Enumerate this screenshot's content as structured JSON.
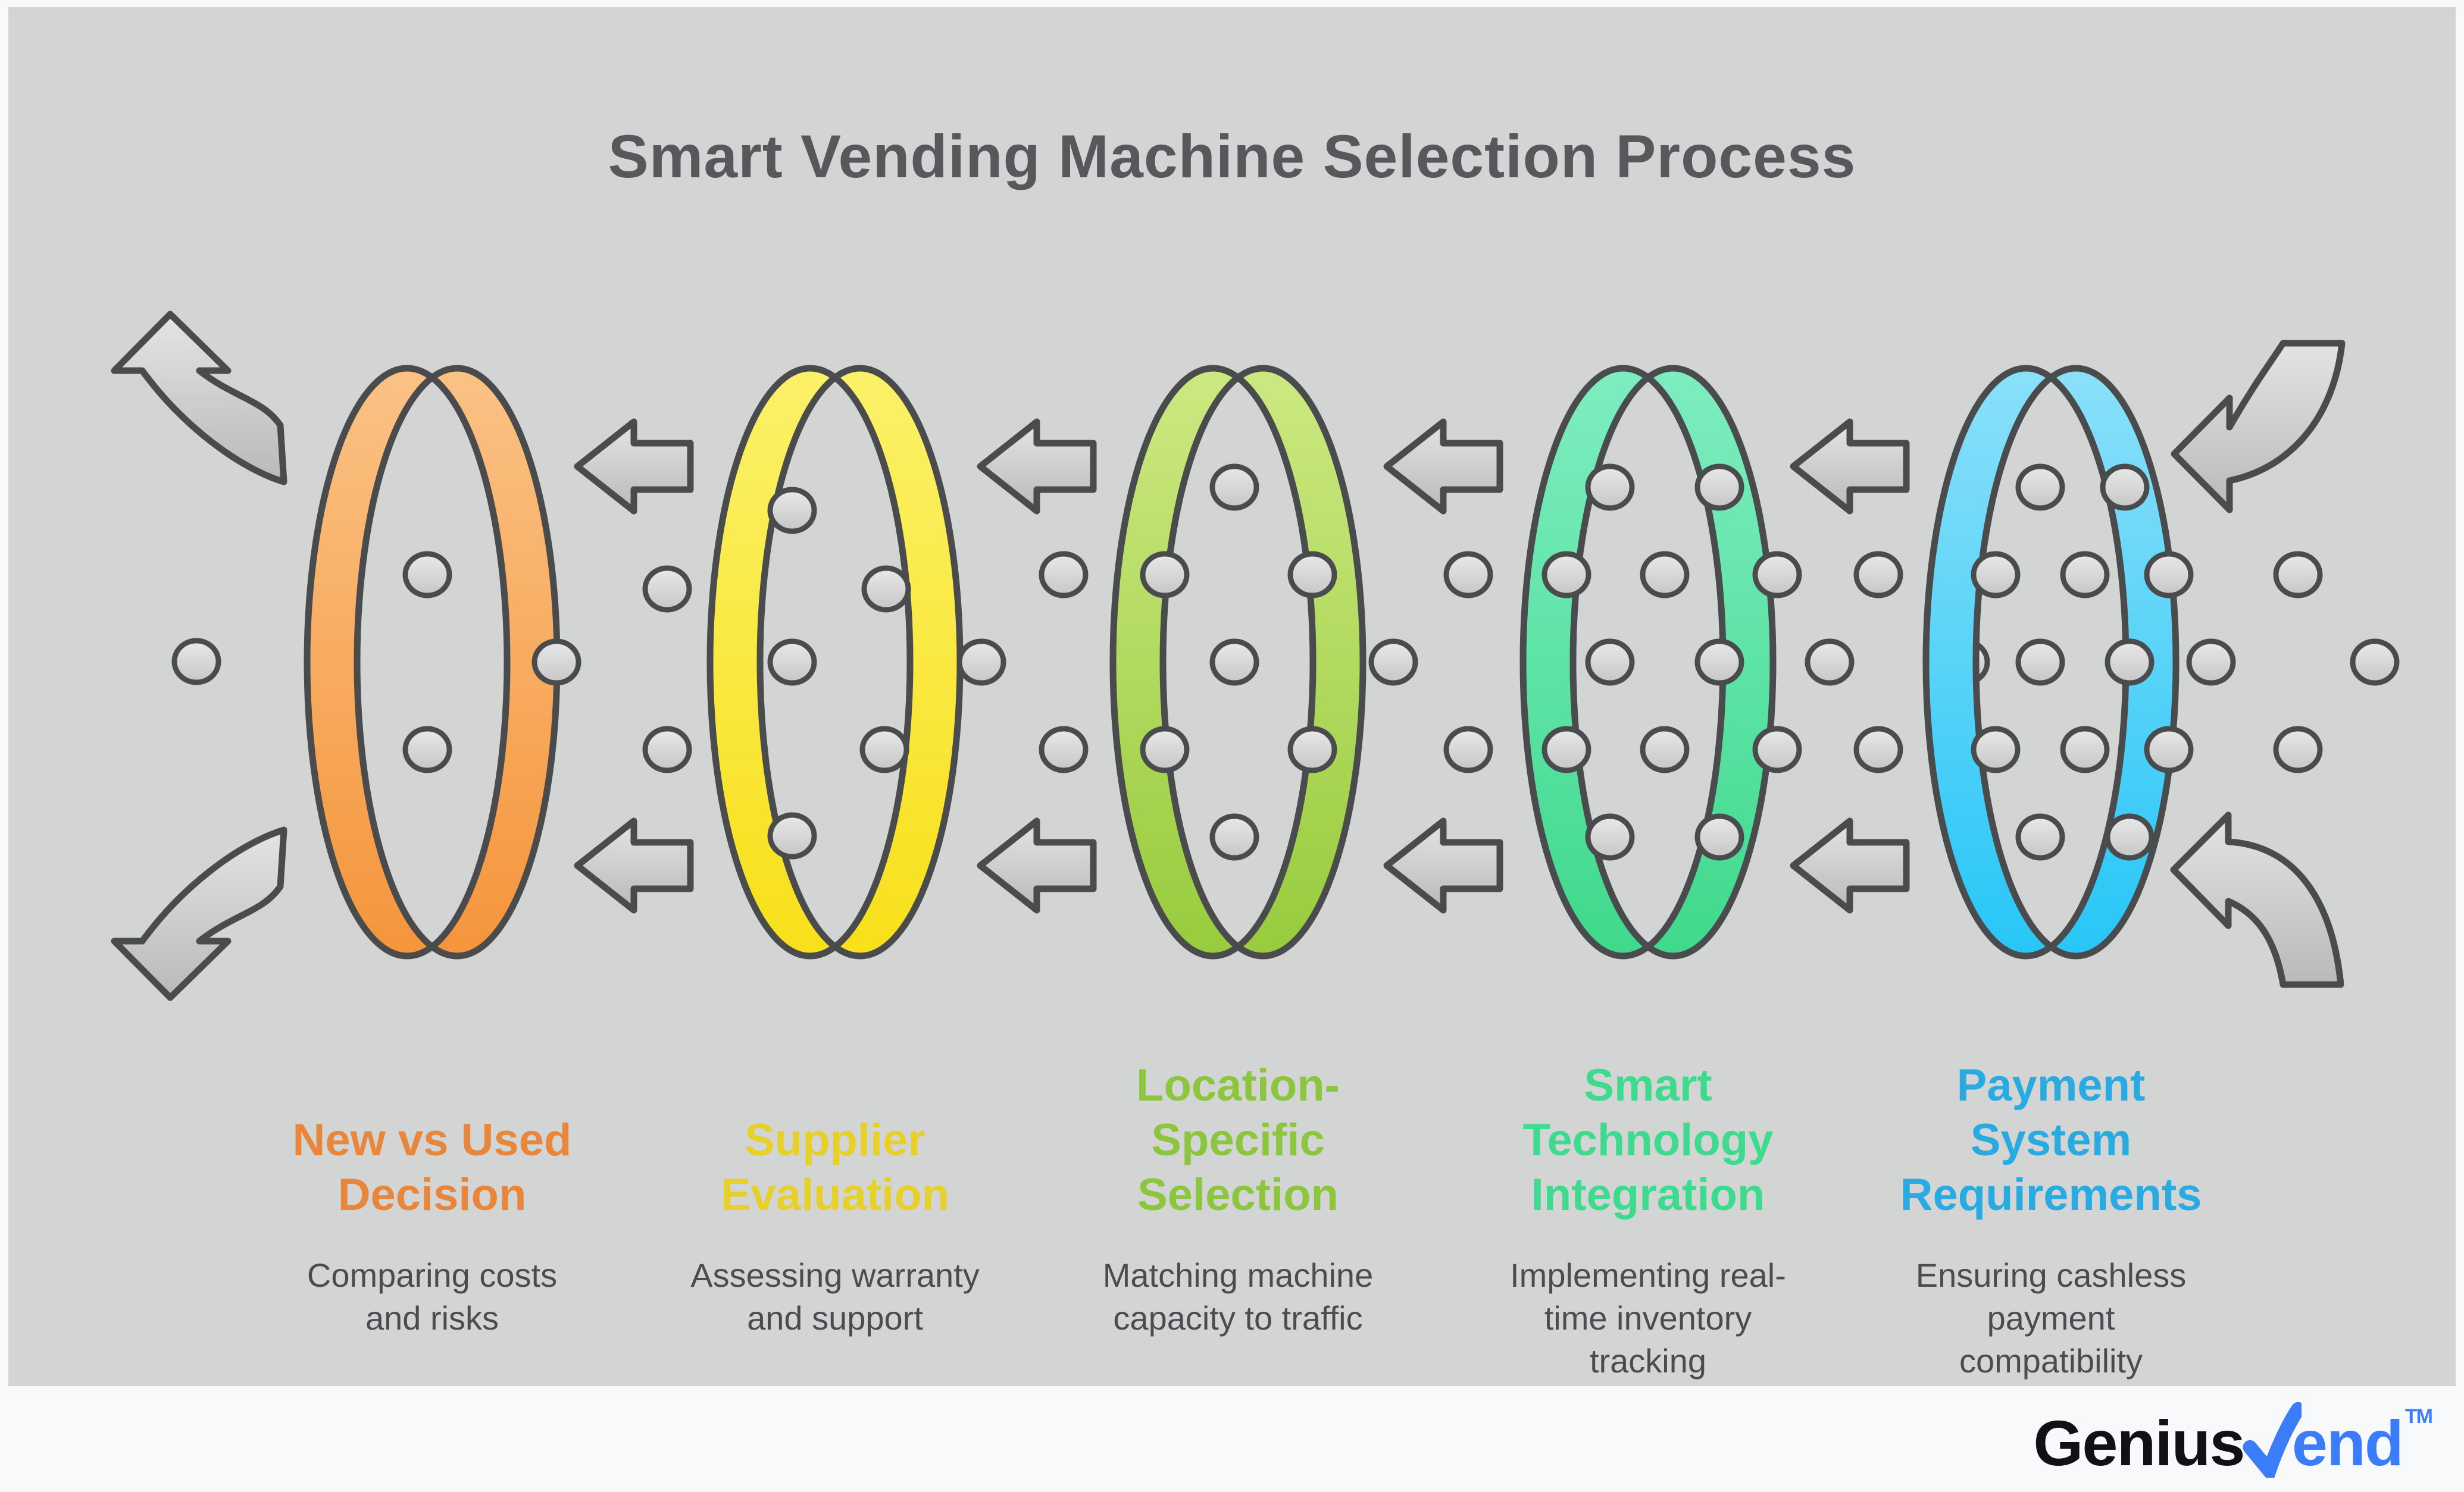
{
  "title": "Smart Vending Machine Selection Process",
  "steps": [
    {
      "heading": [
        "New vs Used",
        "Decision"
      ],
      "description": [
        "Comparing costs",
        "and risks"
      ],
      "accent_color": "#E8873C",
      "ring_gradient": [
        "#FBC285",
        "#F5953B"
      ]
    },
    {
      "heading": [
        "Supplier",
        "Evaluation"
      ],
      "description": [
        "Assessing warranty",
        "and support"
      ],
      "accent_color": "#E7D02A",
      "ring_gradient": [
        "#FBF169",
        "#F8E019"
      ]
    },
    {
      "heading": [
        "Location-",
        "Specific",
        "Selection"
      ],
      "description": [
        "Matching machine",
        "capacity to traffic"
      ],
      "accent_color": "#8CC63F",
      "ring_gradient": [
        "#CCE981",
        "#98CB3D"
      ]
    },
    {
      "heading": [
        "Smart",
        "Technology",
        "Integration"
      ],
      "description": [
        "Implementing real-",
        "time inventory",
        "tracking"
      ],
      "accent_color": "#3EDB8F",
      "ring_gradient": [
        "#7EEDC0",
        "#3FD98C"
      ]
    },
    {
      "heading": [
        "Payment",
        "System",
        "Requirements"
      ],
      "description": [
        "Ensuring cashless",
        "payment",
        "compatibility"
      ],
      "accent_color": "#29ABE2",
      "ring_gradient": [
        "#8BE0F9",
        "#27C6F7"
      ]
    }
  ],
  "logo": {
    "part_black": "Genius",
    "part_blue": "end",
    "trademark": "TM",
    "blue": "#3B7DF8"
  },
  "colors": {
    "canvas_bg": "#D3D4D4",
    "frame_bg": "#F8F9FA",
    "outline": "#4A4B4D",
    "title_text": "#57585C",
    "description_text": "#4B4C4F",
    "arrow_fill_top": "#E4E4E4",
    "arrow_fill_bottom": "#B9B9B9",
    "dot_fill_top": "#E9E9E9",
    "dot_fill_bottom": "#C6C6C6"
  }
}
